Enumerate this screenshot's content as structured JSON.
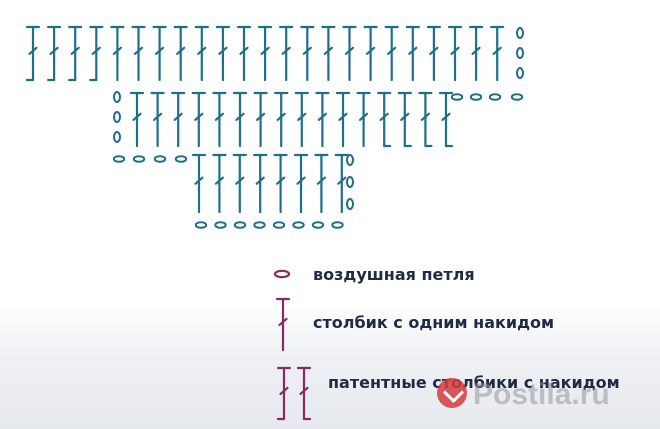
{
  "diagram": {
    "symbol_color": "#1f6f8b",
    "legend_symbol_color": "#8b2a5e"
  },
  "legend": {
    "chain": "воздушная петля",
    "dc": "столбик с одним накидом",
    "post": "патентные столбики с накидом"
  },
  "watermark": {
    "text": "Postila.ru"
  }
}
